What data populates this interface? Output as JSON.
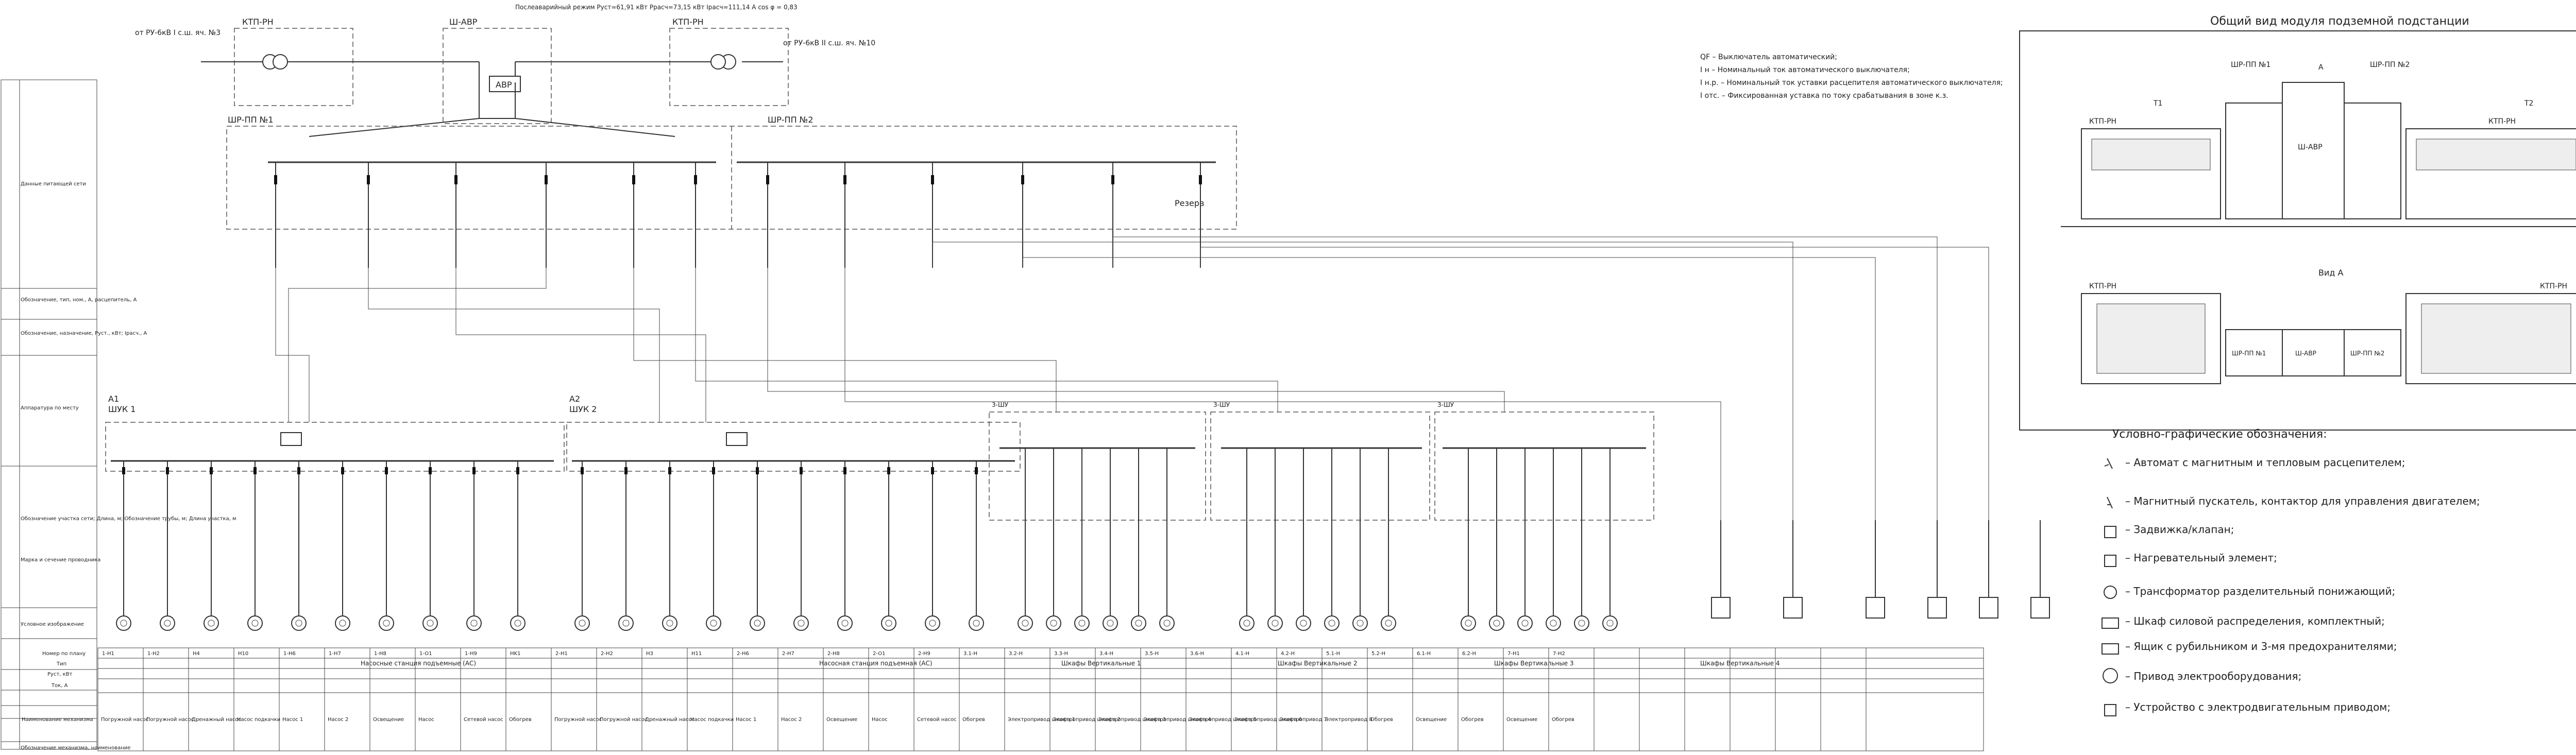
{
  "left_labels": {
    "supply": "Данные питающей сети",
    "switch_desig": "Обозначение, тип, ном., А, расцепитель, А",
    "cable_desig": "Обозначение, назначение, Руст., кВт; Iрасч., А",
    "apparatus": "Аппаратура по месту",
    "cable_route": "Обозначение участка сети; Длина, м; Обозначение трубы, м; Длина участка, м",
    "wire_marks": "Марка и сечение проводника",
    "symbol": "Условное изображение"
  },
  "top_left": {
    "source_a_title": "КТП-РН",
    "source_a_feed": "от РУ-6кВ I с.ш. яч. №3",
    "source_b_title": "КТП-РН",
    "source_b_feed": "от РУ-6кВ II с.ш. яч. №10",
    "avr_cab": "Ш-АВР",
    "avr": "АВР",
    "calc_mode": "Послеаварийный режим Pуст=61,91 кВт Pрасч=73,15 кВт Iрасч=111,14 А cos φ = 0,83",
    "bus1": "ШР-ПП №1",
    "bus2": "ШР-ПП №2",
    "reserve": "Резерв"
  },
  "notes": [
    "QF – Выключатель автоматический;",
    "I н – Номинальный ток автоматического выключателя;",
    "I н.р. – Номинальный ток уставки расцепителя автоматического выключателя;",
    "I отс. – Фиксированная уставка по току срабатывания в зоне к.з."
  ],
  "general_view": {
    "title": "Общий вид модуля подземной подстанции",
    "ktp_left": "КТП-РН",
    "ktp_right": "КТП-РН",
    "t1": "Т1",
    "t2": "Т2",
    "shr_pp1": "ШР-ПП №1",
    "shr_pp2": "ШР-ПП №2",
    "sh_avr": "Ш-АВР",
    "arrow_a": "А",
    "view_a": "Вид А"
  },
  "legend": {
    "title": "Условно-графические обозначения:",
    "items": [
      "– Автомат с магнитным и тепловым расцепителем;",
      "– Магнитный пускатель, контактор для управления двигателем;",
      "– Задвижка/клапан;",
      "– Нагревательный элемент;",
      "– Трансформатор разделительный понижающий;",
      "– Шкаф силовой распределения, комплектный;",
      "– Ящик с рубильником и 3-мя предохранителями;",
      "– Привод электрооборудования;",
      "– Устройство с электродвигательным приводом;"
    ]
  },
  "cabinets": {
    "a1": "А1",
    "shuk1": "ШУК 1",
    "a2": "А2",
    "shuk2": "ШУК 2",
    "grp1": "3-ШУ",
    "grp2": "3-ШУ",
    "grp3": "3-ШУ"
  },
  "bottom_table": {
    "row_labels": [
      "Номер по плану",
      "Тип",
      "Руст, кВт",
      "Ток, А",
      "Наименование механизма"
    ],
    "plan_numbers": [
      "1-H1",
      "1-H2",
      "H4",
      "H10",
      "1-H6",
      "1-H7",
      "1-H8",
      "1-O1",
      "1-H9",
      "HK1",
      "2-H1",
      "2-H2",
      "H3",
      "H11",
      "2-H6",
      "2-H7",
      "2-H8",
      "2-O1",
      "2-H9",
      "3.1-H",
      "3.2-H",
      "3.3-H",
      "3.4-H",
      "3.5-H",
      "3.6-H",
      "4.1-H",
      "4.2-H",
      "5.1-H",
      "5.2-H",
      "6.1-H",
      "6.2-H",
      "7-H1",
      "7-H2",
      "",
      "",
      "",
      "",
      "",
      "",
      ""
    ],
    "group_titles": [
      "Насосные станция подъемные (АС)",
      "Насосная станция подъемная (АС)",
      "Шкафы Вертикальные 1",
      "Шкафы Вертикальные 2",
      "Шкафы Вертикальные 3",
      "Шкафы Вертикальные 4"
    ],
    "mechanisms": [
      "Погружной насос",
      "Погружной насос",
      "Дренажный насос",
      "Насос подкачки",
      "Насос 1",
      "Насос 2",
      "Освещение",
      "Насос",
      "Сетевой насос",
      "Обогрев",
      "Погружной насос",
      "Погружной насос",
      "Дренажный насос",
      "Насос подкачки",
      "Насос 1",
      "Насос 2",
      "Освещение",
      "Насос",
      "Сетевой насос",
      "Обогрев",
      "Электропривод шкафа 1",
      "Электропривод шкафа 2",
      "Электропривод шкафа 3",
      "Электропривод шкафа 4",
      "Электропривод шкафа 5",
      "Электропривод шкафа 6",
      "Электропривод 7",
      "Электропривод 8",
      "Обогрев",
      "Освещение",
      "Обогрев",
      "Освещение",
      "Обогрев"
    ]
  },
  "bottom_left_note": "Обозначение механизма, наименование"
}
